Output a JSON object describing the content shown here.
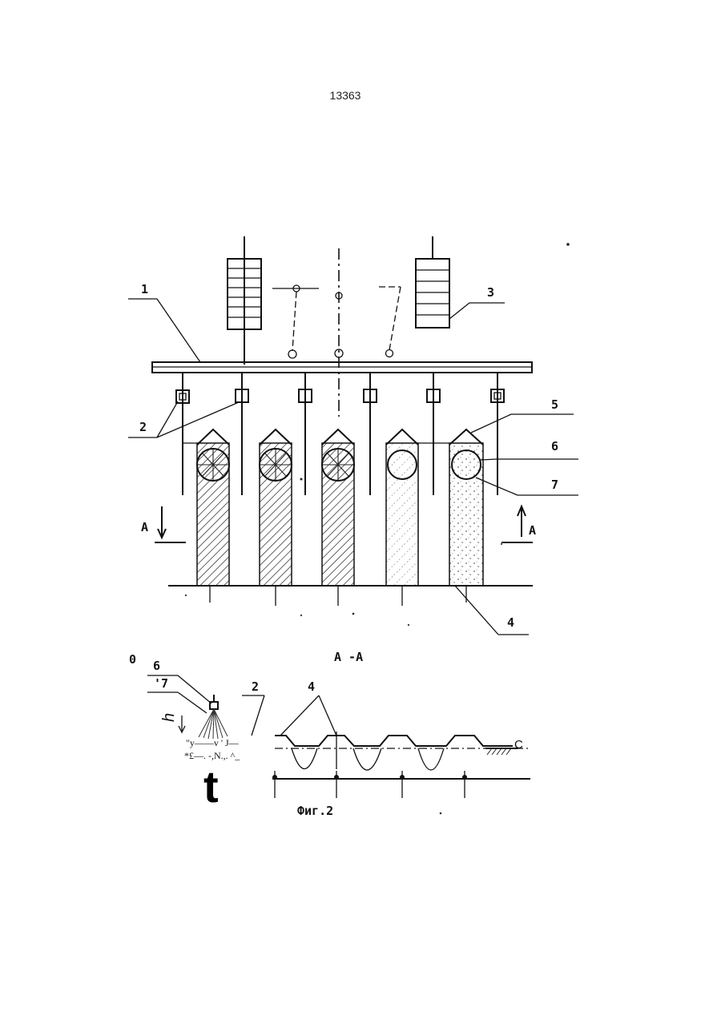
{
  "page": {
    "number": "13363"
  },
  "figure": {
    "section_title": "A -A",
    "caption": "Фиг.2",
    "left_margin_mark": "0",
    "section_arrow_left": "A",
    "section_arrow_right": "A",
    "callouts_top": [
      "1",
      "2",
      "3",
      "4",
      "5",
      "6",
      "7"
    ],
    "callouts_bottom": [
      "6",
      "'7",
      "2",
      "4"
    ],
    "height_symbol": "h",
    "ground_symbol": "С",
    "scan_artifacts": {
      "line1": "\"y——v  ' J—",
      "line2": "*£—.  -,N.,. ^_",
      "big_letter": "t"
    }
  }
}
